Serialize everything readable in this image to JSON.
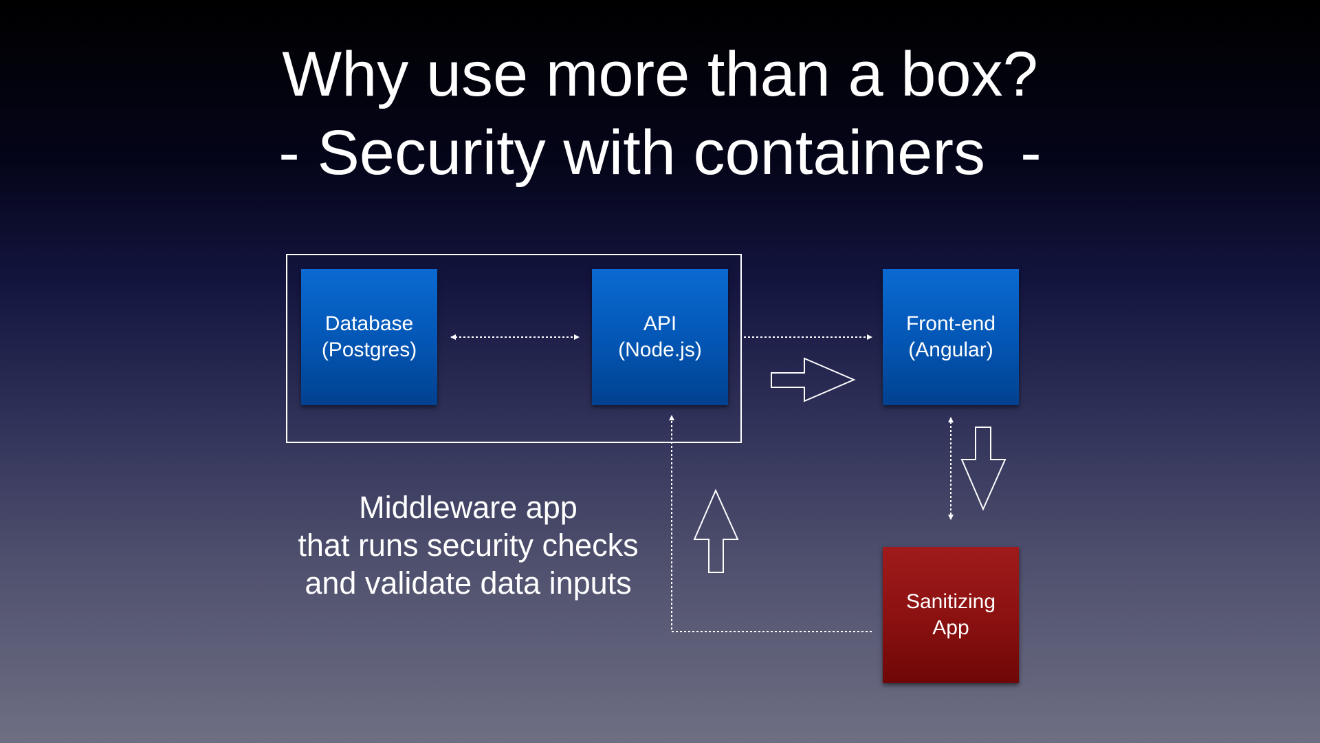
{
  "slide": {
    "title_line_1": "Why use more than a box?",
    "title_line_2": "- Security with containers  -"
  },
  "boxes": {
    "database": {
      "line1": "Database",
      "line2": "(Postgres)",
      "color": "#0355b3"
    },
    "api": {
      "line1": "API",
      "line2": "(Node.js)",
      "color": "#0355b3"
    },
    "frontend": {
      "line1": "Front-end",
      "line2": "(Angular)",
      "color": "#0355b3"
    },
    "sanitizer": {
      "line1": "Sanitizing",
      "line2": "App",
      "color": "#8a1010"
    }
  },
  "note": {
    "line1": "Middleware app",
    "line2": "that runs security checks",
    "line3": "and validate data inputs"
  },
  "icons": [
    "right-outline-arrow-icon",
    "down-outline-arrow-icon",
    "up-outline-arrow-icon"
  ]
}
